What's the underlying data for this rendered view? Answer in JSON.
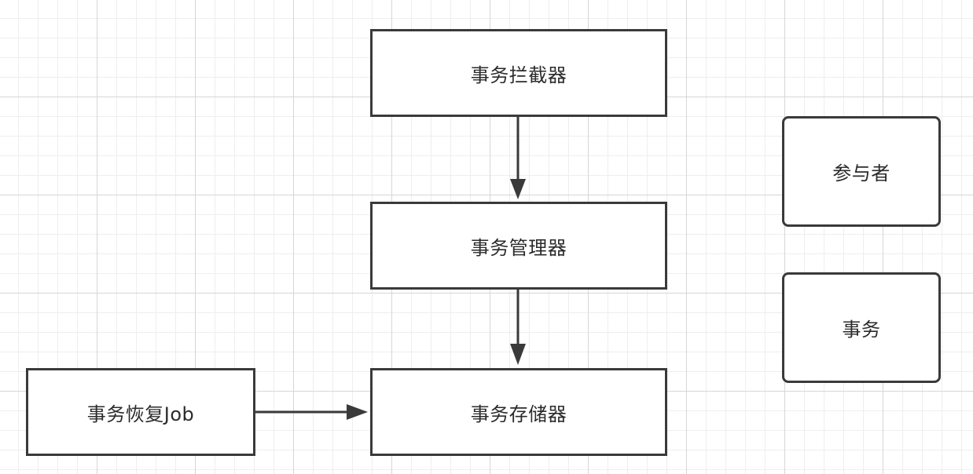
{
  "nodes": {
    "interceptor": "事务拦截器",
    "manager": "事务管理器",
    "storage": "事务存储器",
    "recovery": "事务恢复Job",
    "participant": "参与者",
    "transaction": "事务"
  },
  "colors": {
    "stroke": "#3a3a3a",
    "grid_major": "#d6d6d6",
    "grid_minor": "#eeeeee"
  }
}
